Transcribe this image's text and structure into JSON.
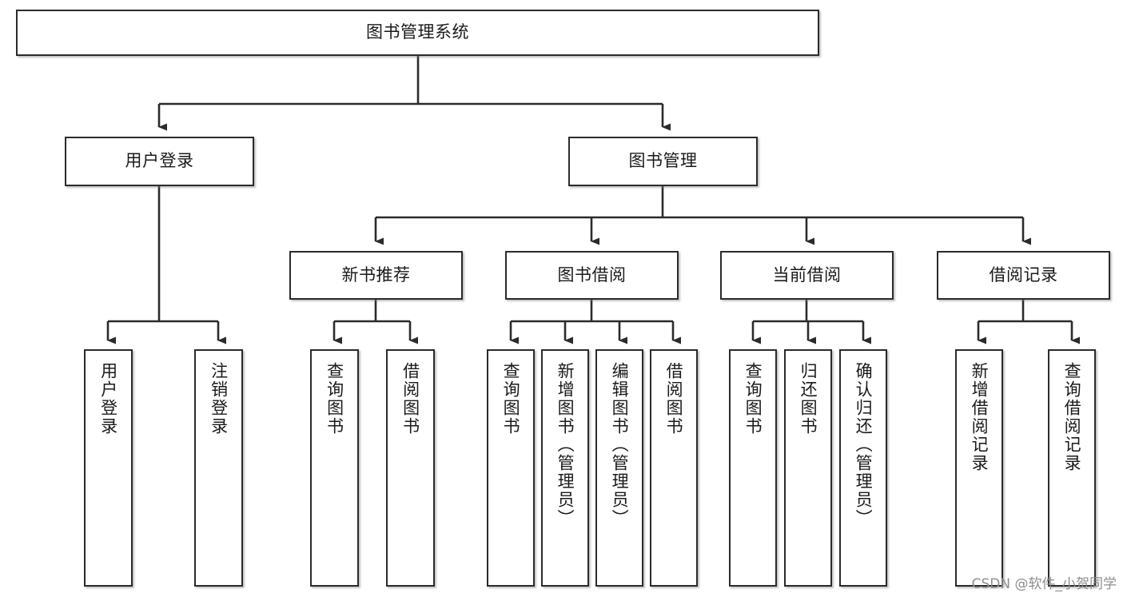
{
  "diagram": {
    "type": "hierarchy-tree",
    "title": "图书管理系统",
    "orientation": "top-down",
    "line_color": "#2b2b2b",
    "box_fill": "#ffffff",
    "text_color": "#1a1a1a",
    "levels": 4,
    "nodes": {
      "root": {
        "label": "图书管理系统",
        "text_direction": "horizontal"
      },
      "l2": [
        {
          "label": "用户登录",
          "text_direction": "horizontal"
        },
        {
          "label": "图书管理",
          "text_direction": "horizontal"
        }
      ],
      "l3": [
        {
          "label": "新书推荐",
          "text_direction": "horizontal"
        },
        {
          "label": "图书借阅",
          "text_direction": "horizontal"
        },
        {
          "label": "当前借阅",
          "text_direction": "horizontal"
        },
        {
          "label": "借阅记录",
          "text_direction": "horizontal"
        }
      ],
      "leaves": {
        "user_login": [
          {
            "label": "用户登录",
            "text_direction": "vertical"
          },
          {
            "label": "注销登录",
            "text_direction": "vertical"
          }
        ],
        "new_book_rec": [
          {
            "label": "查询图书",
            "text_direction": "vertical"
          },
          {
            "label": "借阅图书",
            "text_direction": "vertical"
          }
        ],
        "book_borrow": [
          {
            "label": "查询图书",
            "text_direction": "vertical"
          },
          {
            "label": "新增图书（管理员）",
            "text_direction": "vertical"
          },
          {
            "label": "编辑图书（管理员）",
            "text_direction": "vertical"
          },
          {
            "label": "借阅图书",
            "text_direction": "vertical"
          }
        ],
        "current_borrow": [
          {
            "label": "查询图书",
            "text_direction": "vertical"
          },
          {
            "label": "归还图书",
            "text_direction": "vertical"
          },
          {
            "label": "确认归还（管理员）",
            "text_direction": "vertical"
          }
        ],
        "borrow_record": [
          {
            "label": "新增借阅记录",
            "text_direction": "vertical"
          },
          {
            "label": "查询借阅记录",
            "text_direction": "vertical"
          }
        ]
      }
    }
  },
  "watermark": {
    "text": "CSDN @软件_小贺同学"
  }
}
